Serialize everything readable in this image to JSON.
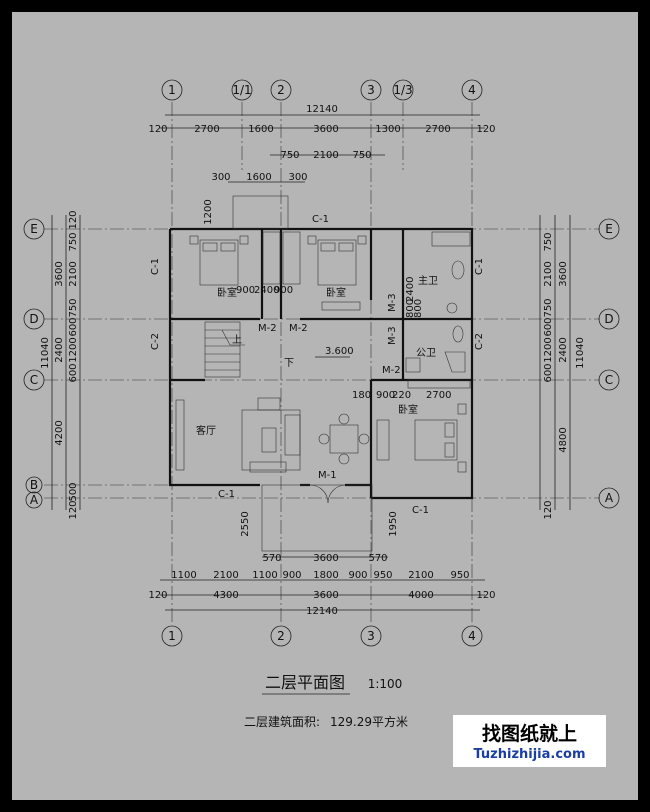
{
  "axes_top": [
    "1",
    "1/1",
    "2",
    "3",
    "1/3",
    "4"
  ],
  "axes_bottom": [
    "1",
    "2",
    "3",
    "4"
  ],
  "axes_left": [
    "E",
    "D",
    "C",
    "B",
    "A"
  ],
  "axes_right": [
    "E",
    "D",
    "C",
    "A"
  ],
  "dims": {
    "top_total": "12140",
    "top_row": [
      "120",
      "2700",
      "1600",
      "3600",
      "1300",
      "2700",
      "120"
    ],
    "top_row2": [
      "750",
      "2100",
      "750"
    ],
    "top_row3": [
      "300",
      "1600",
      "300"
    ],
    "balcony_depth": "1200",
    "left_total": "11040",
    "left_outer": [
      "3600",
      "2400",
      "4200"
    ],
    "left_inner": [
      "120",
      "750",
      "2100",
      "750",
      "600",
      "1200",
      "600",
      "500",
      "120"
    ],
    "right_total": "11040",
    "right_outer": [
      "3600",
      "2400",
      "4800"
    ],
    "right_inner": [
      "750",
      "2100",
      "750",
      "600",
      "1200",
      "600",
      "120"
    ],
    "bottom_row1": [
      "1100",
      "2100",
      "1100",
      "900",
      "1800",
      "900",
      "950",
      "2100",
      "950"
    ],
    "bottom_row2": [
      "120",
      "4300",
      "3600",
      "4000",
      "120"
    ],
    "bottom_total": "12140",
    "entry_row": [
      "570",
      "3600",
      "570"
    ],
    "entry_depth_left": "2550",
    "entry_depth_right": "1950",
    "inner_misc": [
      "900",
      "2400",
      "900",
      "800",
      "2400",
      "800",
      "180",
      "900",
      "220",
      "2700"
    ]
  },
  "rooms": {
    "bedroom1": "卧室",
    "bedroom2": "卧室",
    "bedroom3": "卧室",
    "living": "客厅",
    "master_bath": "主卫",
    "public_bath": "公卫",
    "stair_up": "上",
    "stair_down": "下",
    "level": "3.600"
  },
  "tags": {
    "c1": "C-1",
    "c2": "C-2",
    "m1": "M-1",
    "m2": "M-2",
    "m3": "M-3"
  },
  "title": "二层平面图",
  "scale": "1:100",
  "area_label": "二层建筑面积:",
  "area_value": "129.29平方米",
  "brand_cn": "找图纸就上",
  "brand_en": "Tuzhizhijia.com"
}
